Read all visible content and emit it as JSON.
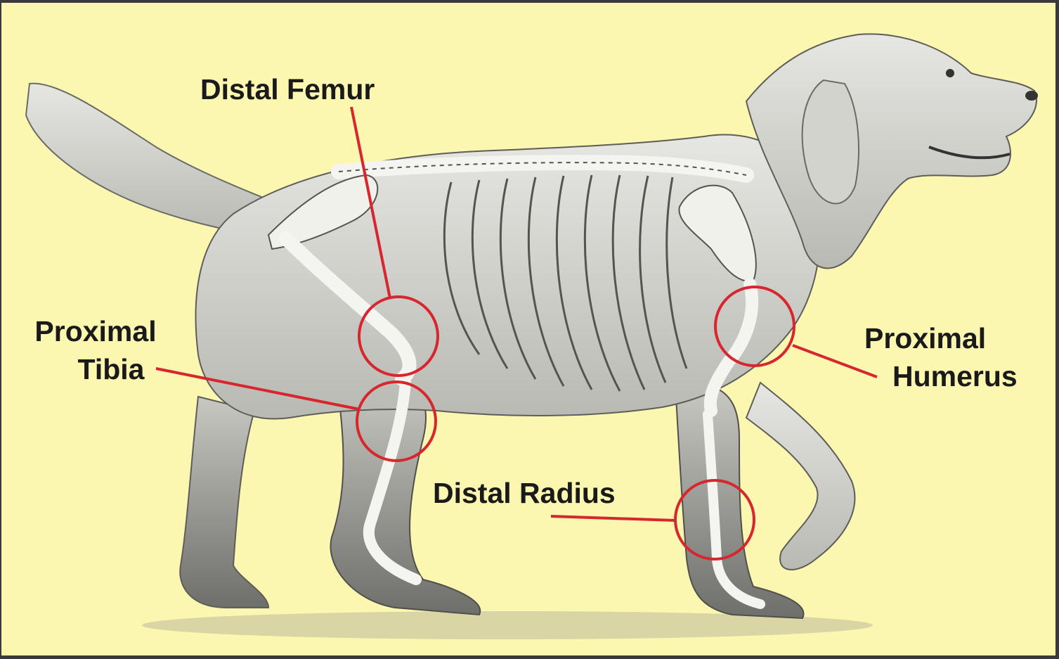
{
  "figure": {
    "background_color": "#fbf6b0",
    "highlight_color": "#d8262e",
    "illustration": "golden retriever with skeleton overlay (side view)"
  },
  "labels": {
    "distal_femur": "Distal Femur",
    "proximal_tibia_line1": "Proximal",
    "proximal_tibia_line2": "Tibia",
    "proximal_humerus_line1": "Proximal",
    "proximal_humerus_line2": "Humerus",
    "distal_radius": "Distal Radius"
  }
}
